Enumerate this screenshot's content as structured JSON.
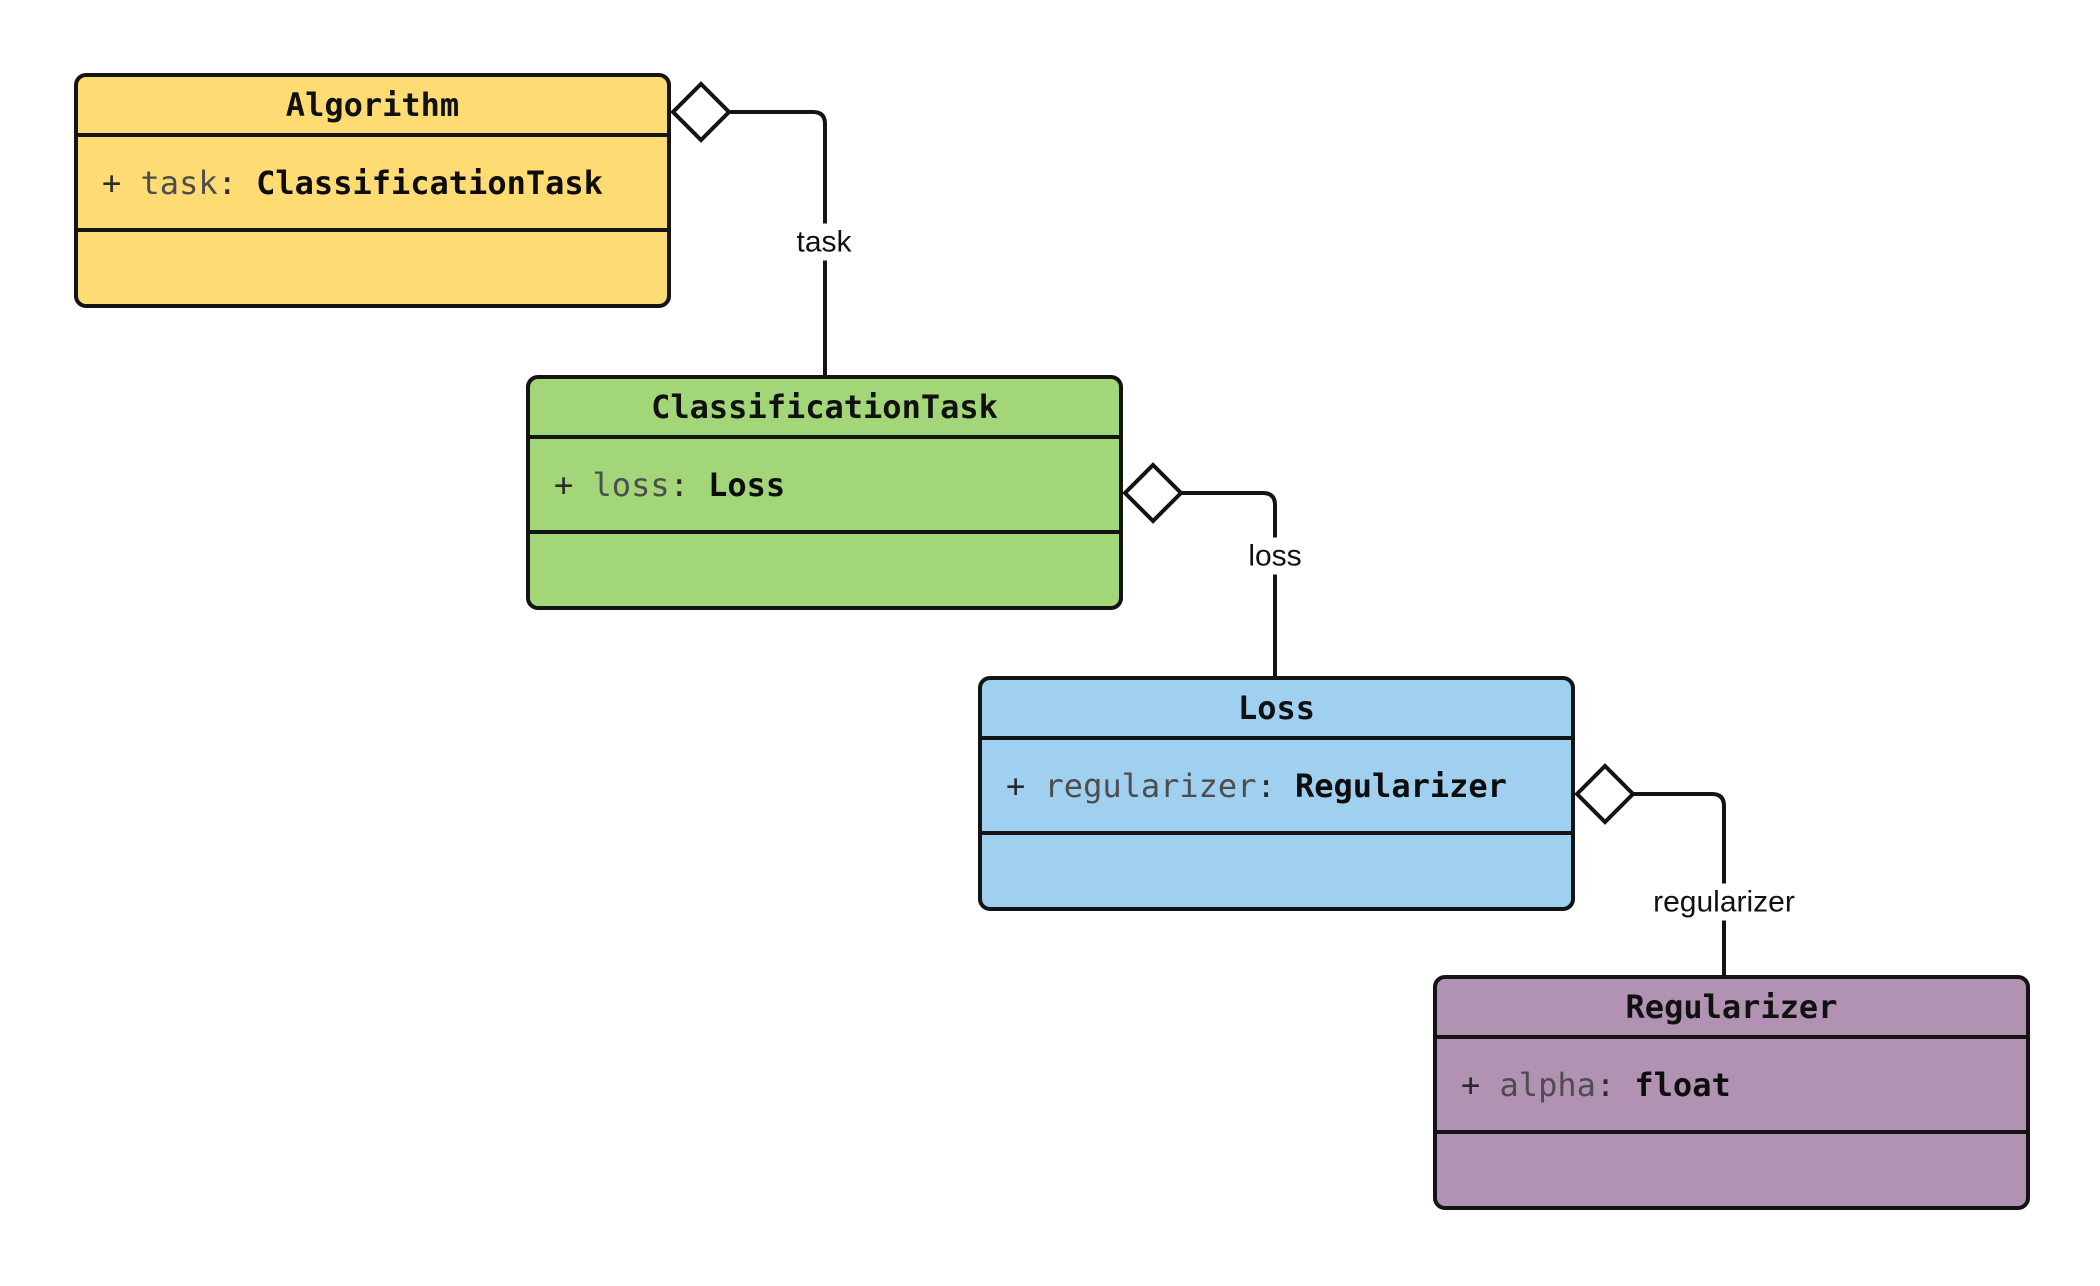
{
  "diagram": {
    "kind": "uml-class-diagram",
    "background": "#ffffff",
    "stroke_color": "#141414",
    "attr_name_color": "#4d4d4d",
    "attr_type_color": "#0d0d0d",
    "classes": [
      {
        "name": "Algorithm",
        "fill": "#FEDC73",
        "attribute": {
          "visibility": "+ ",
          "name": "task",
          "separator": ": ",
          "type": "ClassificationTask"
        }
      },
      {
        "name": "ClassificationTask",
        "fill": "#A2D678",
        "attribute": {
          "visibility": "+ ",
          "name": "loss",
          "separator": ": ",
          "type": "Loss"
        }
      },
      {
        "name": "Loss",
        "fill": "#9FD0F0",
        "attribute": {
          "visibility": "+ ",
          "name": "regularizer",
          "separator": ": ",
          "type": "Regularizer"
        }
      },
      {
        "name": "Regularizer",
        "fill": "#B192B3",
        "attribute": {
          "visibility": "+ ",
          "name": "alpha",
          "separator": ": ",
          "type": "float"
        }
      }
    ],
    "edges": [
      {
        "label": "task",
        "from": "Algorithm",
        "to": "ClassificationTask",
        "relation": "aggregation"
      },
      {
        "label": "loss",
        "from": "ClassificationTask",
        "to": "Loss",
        "relation": "aggregation"
      },
      {
        "label": "regularizer",
        "from": "Loss",
        "to": "Regularizer",
        "relation": "aggregation"
      }
    ]
  }
}
